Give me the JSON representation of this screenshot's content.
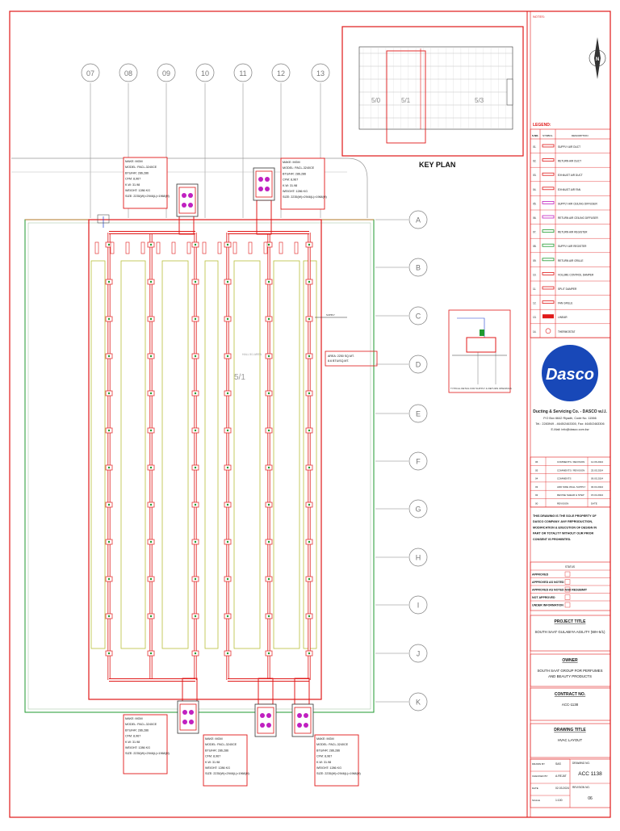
{
  "column_grid": [
    "07",
    "08",
    "09",
    "10",
    "11",
    "12",
    "13"
  ],
  "row_grid": [
    "A",
    "B",
    "C",
    "D",
    "E",
    "F",
    "G",
    "H",
    "I",
    "J",
    "K"
  ],
  "zone_label": "5/1",
  "units": [
    {
      "lines": [
        "MAKE: MGM",
        "MODEL: PACL-3240CE",
        "BTU/HR: 286,286",
        "CFM: 8,967",
        "K.W: 31.98",
        "WEIGHT: 1286 KG",
        "SIZE: 2235(W)×2946(L)×1968(H)"
      ]
    },
    {
      "lines": [
        "MAKE: MGM",
        "MODEL: PACL-3240CE",
        "BTU/HR: 286,286",
        "CFM: 8,967",
        "K.W: 31.98",
        "WEIGHT: 1286 KG",
        "SIZE: 2235(W)×2946(L)×1968(H)"
      ]
    },
    {
      "lines": [
        "MAKE: MGM",
        "MODEL: PACL-3240CE",
        "BTU/HR: 286,286",
        "CFM: 8,967",
        "K.W: 31.98",
        "WEIGHT: 1286 KG",
        "SIZE: 2235(W)×2946(L)×1968(H)"
      ]
    },
    {
      "lines": [
        "MAKE: MGM",
        "MODEL: PACL-3240CE",
        "BTU/HR: 286,286",
        "CFM: 8,967",
        "K.W: 31.98",
        "WEIGHT: 1286 KG",
        "SIZE: 2235(W)×2946(L)×1968(H)"
      ]
    },
    {
      "lines": [
        "MAKE: MGM",
        "MODEL: PACL-3240CE",
        "BTU/HR: 286,286",
        "CFM: 8,967",
        "K.W: 31.98",
        "WEIGHT: 1286 KG",
        "SIZE: 2235(W)×2946(L)×1968(H)"
      ]
    }
  ],
  "area_note": [
    "AREA: 2250 SQ.MT.",
    "8.6 BTU/SQ.MT."
  ],
  "key_plan": {
    "title": "KEY PLAN",
    "zones": [
      "5/0",
      "5/1",
      "5/3"
    ]
  },
  "notes_label": "NOTES:",
  "north_label": "N",
  "legend": {
    "title": "LEGEND:",
    "col_no": "S.NO.",
    "col_symbol": "SYMBOL",
    "col_desc": "DESCRIPTION",
    "rows": [
      {
        "no": "01.",
        "desc": "SUPPLY AIR DUCT"
      },
      {
        "no": "02.",
        "desc": "RETURN AIR DUCT"
      },
      {
        "no": "03.",
        "desc": "EXHAUST AIR DUCT"
      },
      {
        "no": "04.",
        "desc": "EXHAUST AIR FAN"
      },
      {
        "no": "05.",
        "desc": "SUPPLY AIR CEILING DIFFUSER"
      },
      {
        "no": "06.",
        "desc": "RETURN AIR CEILING DIFFUSER"
      },
      {
        "no": "07.",
        "desc": "RETURN AIR REGISTER"
      },
      {
        "no": "08.",
        "desc": "SUPPLY AIR REGISTER"
      },
      {
        "no": "09.",
        "desc": "RETURN AIR GRILLE"
      },
      {
        "no": "10.",
        "desc": "VOLUME CONTROL DAMPER"
      },
      {
        "no": "11.",
        "desc": "SPLIT DAMPER"
      },
      {
        "no": "12.",
        "desc": "FAN GRILLE"
      },
      {
        "no": "13.",
        "desc": "LINEAR"
      },
      {
        "no": "14.",
        "desc": "THERMOSTAT"
      }
    ]
  },
  "detail_caption": "TYPICAL DETAIL FOR SUPPLY & RETURN OPENINGS",
  "company": {
    "logo_text": "Dasco",
    "name": "Ducting & Servicing Co. - DASCO w.l.l.",
    "address": "P.O Box 6642 Riyadh, Code No. 11566",
    "phone": "Tel.: 2283949 - 4645/2463300, Fax: 4645/2463306",
    "email": "E-Mail: info@dasco.com.kw"
  },
  "revisions": [
    {
      "rev": "06",
      "desc": "COMMENTS / REVISION",
      "date": "12.06.2024"
    },
    {
      "rev": "05",
      "desc": "COMMENTS / REVISION",
      "date": "25.05.2024"
    },
    {
      "rev": "04",
      "desc": "COMMENTS",
      "date": "09.05.2024"
    },
    {
      "rev": "03",
      "desc": "ADD SIDE WALL SUPPLY",
      "date": "30.04.2024"
    },
    {
      "rev": "02",
      "desc": "REVISE SHEAR & STEP",
      "date": "15.04.2024"
    },
    {
      "rev": "00",
      "desc": "REVISION",
      "date": "DATE"
    }
  ],
  "copyright": [
    "THIS DRAWING IS THE SOLE PROPERTY OF",
    "DASCO COMPANY. ANY REPRODUCTION,",
    "MODIFICATION & EXECUTION OF DESIGN IN",
    "PART OR TOTALITY WITHOUT OUR PRIOR",
    "CONSENT IS PROHIBITED."
  ],
  "status_title": "STATUS",
  "status": [
    "APPROVED",
    "APPROVED AS NOTED",
    "APPROVED AS NOTED AND RESUBMIT",
    "NOT APPROVED",
    "UNDER INFORMATION"
  ],
  "project_title_label": "PROJECT TITLE",
  "project_title": "SOUTH SAAT GULABIYA AGILITY (WH-5/1)",
  "owner_label": "OWNER",
  "owner": [
    "SOUTH SAAT GROUP FOR PERFUMES",
    "AND BEAUTY PRODUCTS"
  ],
  "contract_label": "CONTRACT NO.",
  "contract_no": "ACC-1138",
  "drawing_title_label": "DRAWING TITLE",
  "drawing_title": "HVAC LAYOUT",
  "title_block": {
    "drawn_by_label": "DRAWN BY",
    "drawn_by": "SAS",
    "checked_label": "CHECKED BY",
    "checked": "A.REJAT",
    "date_label": "DATE",
    "date": "02.03.2024",
    "scale_label": "SCALE",
    "scale": "1:100",
    "dwg_no_label": "DRAWING NO.",
    "dwg_no": "ACC 1138",
    "rev_label": "REVISION NO.",
    "rev": "06"
  },
  "colors": {
    "red": "#e01818",
    "green": "#1f9a2f",
    "olive": "#b9bf3a",
    "gray": "#808080",
    "blue": "#1d3fd0",
    "magenta": "#c020c0",
    "brown": "#b07a2a"
  }
}
